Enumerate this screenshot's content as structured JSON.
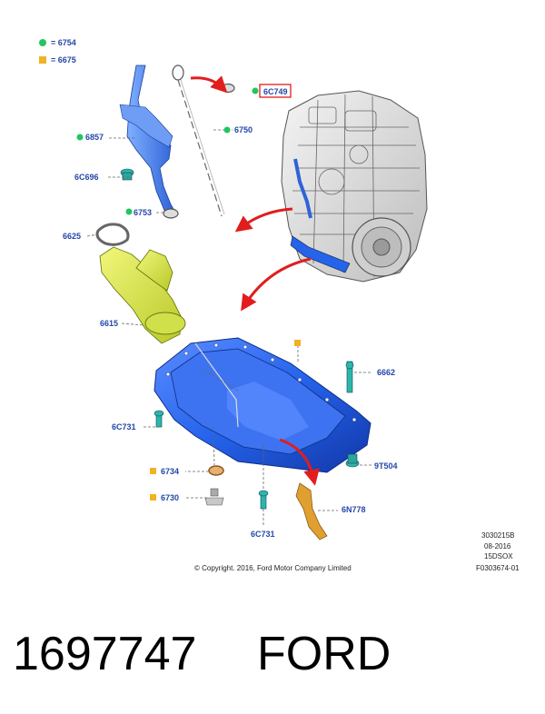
{
  "legend": {
    "items": [
      {
        "code": "= 6754",
        "marker": "green-dot",
        "color": "#22c55e"
      },
      {
        "code": "= 6675",
        "marker": "yellow-square",
        "color": "#f0b323"
      }
    ]
  },
  "callouts": {
    "6C749": "6C749",
    "6750": "6750",
    "6857": "6857",
    "6C696": "6C696",
    "6753": "6753",
    "6625": "6625",
    "6615": "6615",
    "6662": "6662",
    "6C731_left": "6C731",
    "9T504": "9T504",
    "6734": "6734",
    "6730": "6730",
    "6N778": "6N778",
    "6C731_bottom": "6C731"
  },
  "meta": {
    "drawing_no": "3030215B",
    "date": "08-2016",
    "model": "15DSOX",
    "figure_ref": "F0303674-01",
    "copyright": "© Copyright. 2016, Ford Motor Company Limited"
  },
  "caption": {
    "part_number": "1697747",
    "brand": "FORD"
  },
  "colors": {
    "label_blue": "#2447a8",
    "pan_blue": "#2563eb",
    "arrow_red": "#e11d1d",
    "tube_yellow": "#d9e84a",
    "highlight_box": "#e11d1d"
  }
}
